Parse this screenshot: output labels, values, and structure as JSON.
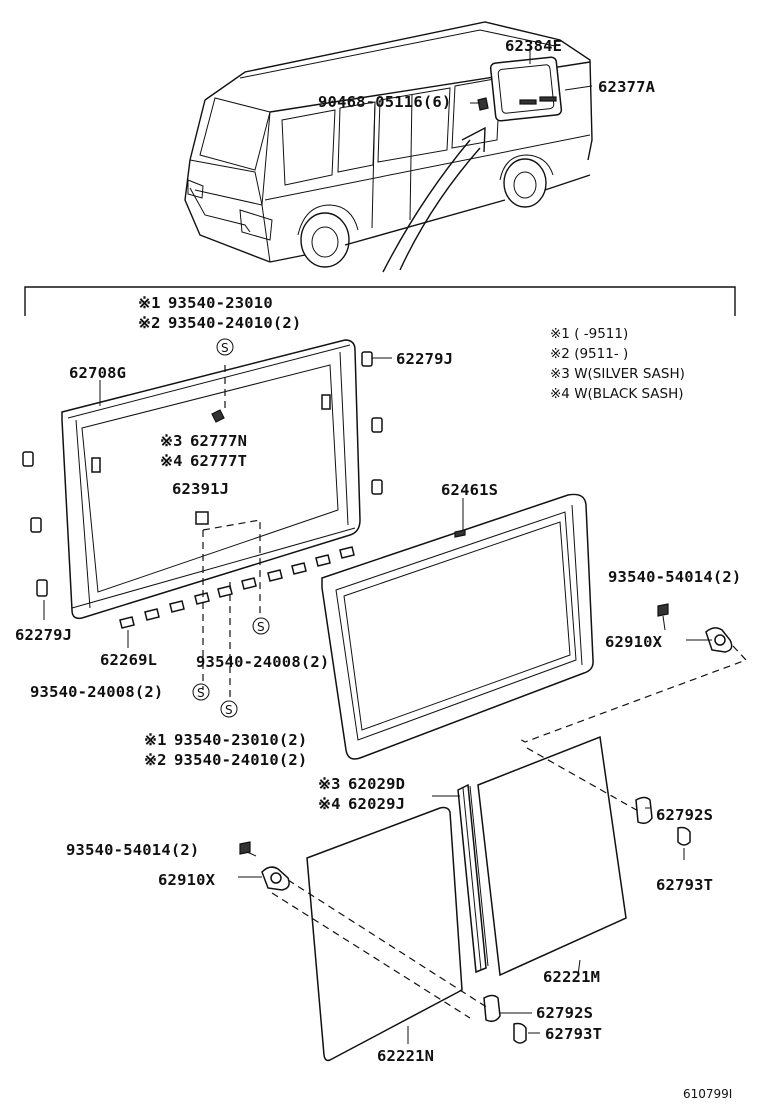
{
  "parts": {
    "p62384E": "62384E",
    "p62377A": "62377A",
    "p90468": "90468-05116(6)",
    "p62708G": "62708G",
    "p62279J_top": "62279J",
    "p62279J_left": "62279J",
    "p62777N": "62777N",
    "p62777T": "62777T",
    "p62391J": "62391J",
    "p62461S": "62461S",
    "p62269L": "62269L",
    "p93540_24008_a": "93540-24008(2)",
    "p93540_24008_b": "93540-24008(2)",
    "p93540_23010_top": "93540-23010",
    "p93540_24010_top": "93540-24010(2)",
    "p93540_23010_bot": "93540-23010(2)",
    "p93540_24010_bot": "93540-24010(2)",
    "p93540_54014_right": "93540-54014(2)",
    "p93540_54014_left": "93540-54014(2)",
    "p62910X_right": "62910X",
    "p62910X_left": "62910X",
    "p62029D": "62029D",
    "p62029J": "62029J",
    "p62792S_right": "62792S",
    "p62793T_right": "62793T",
    "p62221M": "62221M",
    "p62792S_bot": "62792S",
    "p62793T_bot": "62793T",
    "p62221N": "62221N"
  },
  "marks": {
    "m1": "※1",
    "m2": "※2",
    "m3": "※3",
    "m4": "※4"
  },
  "legend": {
    "l1": "※1 (       -9511)",
    "l2": "※2 (9511-      )",
    "l3": "※3 W(SILVER SASH)",
    "l4": "※4 W(BLACK SASH)"
  },
  "s_symbol": "S",
  "figure_code": "610799I"
}
